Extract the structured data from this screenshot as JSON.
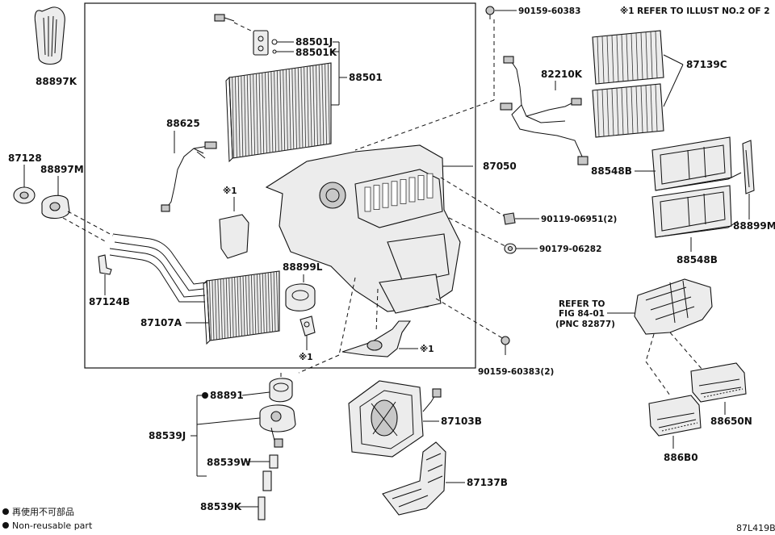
{
  "note": "※1 REFER TO ILLUST NO.2 OF 2",
  "figure_code": "87L419B",
  "legend": {
    "symbol": "●",
    "line1": "再使用不可部品",
    "line2": "Non-reusable part"
  },
  "refer": {
    "line1": "REFER TO",
    "line2": "FIG 84-01",
    "line3": "(PNC 82877)"
  },
  "mark1": "※1",
  "labels": {
    "p88897K": "88897K",
    "p88501J": "88501J",
    "p88501K": "88501K",
    "p88501": "88501",
    "p88625": "88625",
    "p87128": "87128",
    "p88897M": "88897M",
    "p87124B": "87124B",
    "p87107A": "87107A",
    "p88899L": "88899L",
    "p87050": "87050",
    "p90159a": "90159-60383",
    "p82210K": "82210K",
    "p87139C": "87139C",
    "p88548Ba": "88548B",
    "p88548Bb": "88548B",
    "p88899M": "88899M",
    "p90119": "90119-06951(2)",
    "p90179": "90179-06282",
    "p90159b": "90159-60383(2)",
    "p88891": "88891",
    "p88539J": "88539J",
    "p88539W": "88539W",
    "p88539K": "88539K",
    "p87103B": "87103B",
    "p87137B": "87137B",
    "p88650N": "88650N",
    "p886B0": "886B0"
  }
}
